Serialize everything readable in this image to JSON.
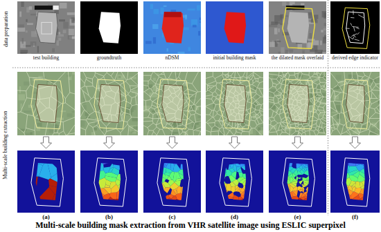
{
  "diagram": {
    "caption": "Multi-scale building mask extraction from VHR satellite image using ESLIC superpixel",
    "labels": [
      "data preparation",
      "test building",
      "groundtruth",
      "nDSM",
      "initial building mask",
      "the dilated mask overlaid",
      "derived edge indicator",
      "Multi-scale building extraction",
      "(a)",
      "(b)",
      "(c)",
      "(d)",
      "(e)",
      "(f)"
    ]
  }
}
